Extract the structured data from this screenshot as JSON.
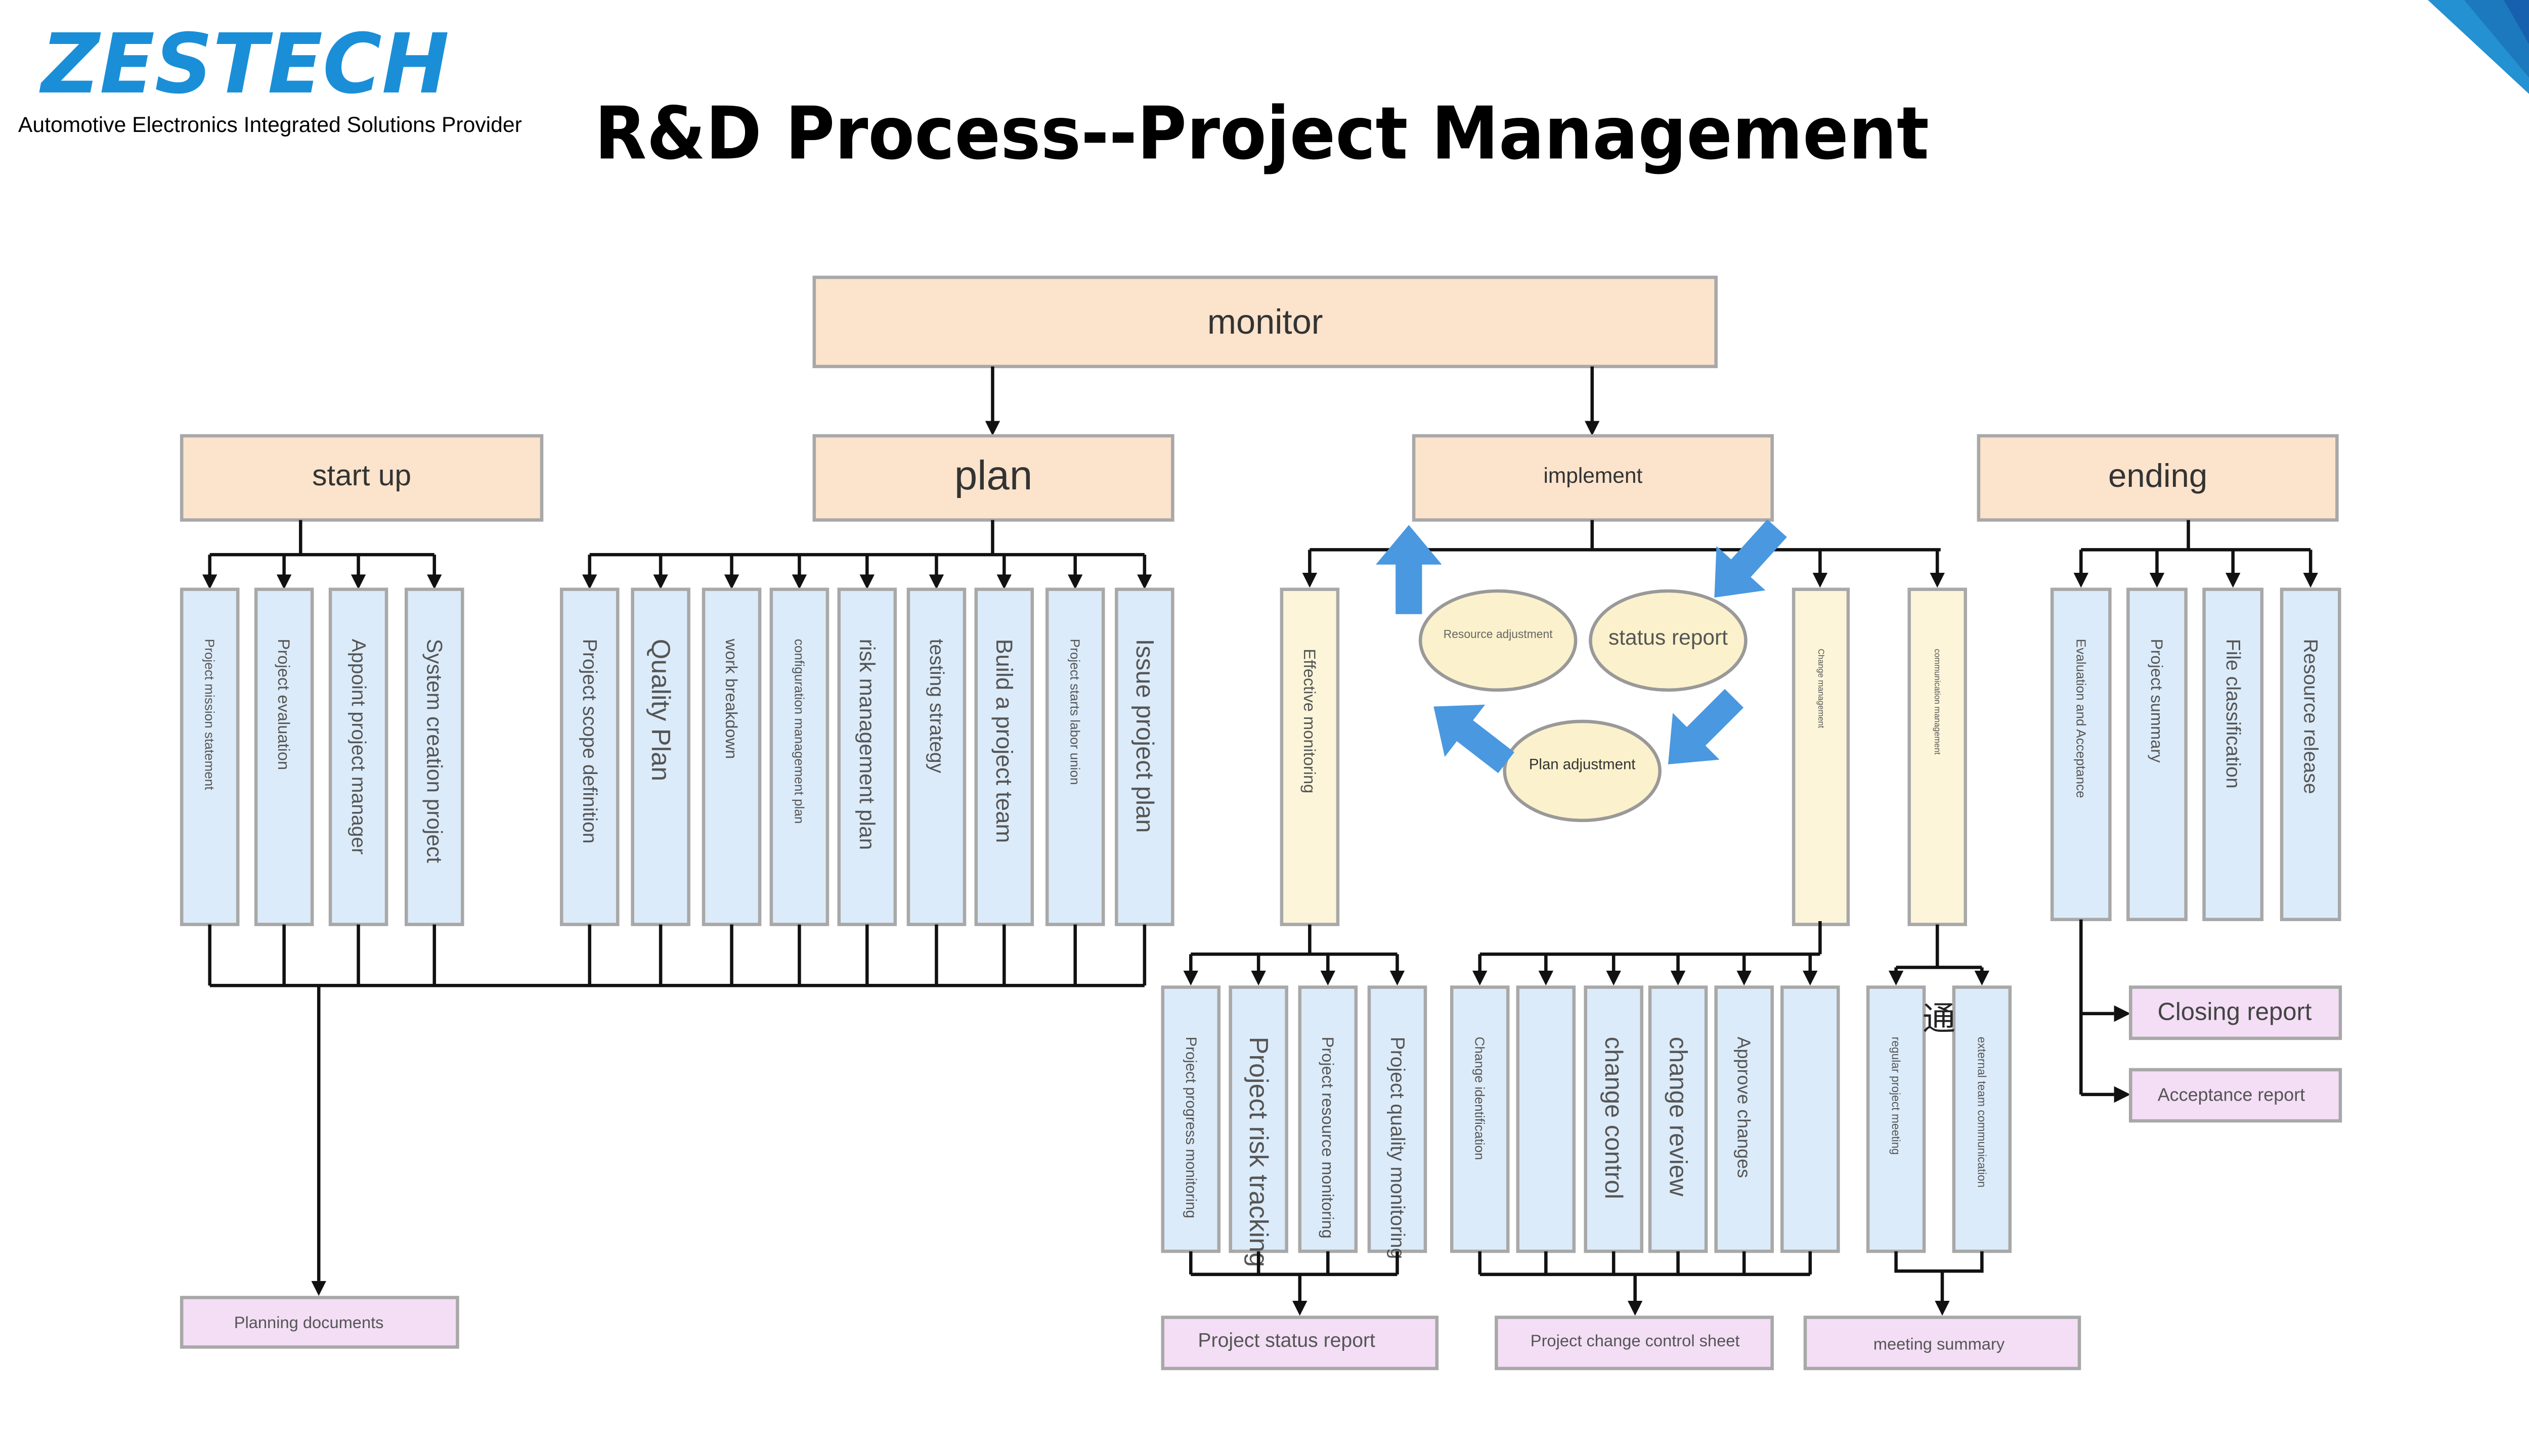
{
  "logo": {
    "brand": "ZESTECH",
    "tagline": "Automotive Electronics Integrated Solutions Provider"
  },
  "title": "R&D Process--Project Management",
  "diagram": {
    "monitor": "monitor",
    "phases": {
      "startup": "start up",
      "plan": "plan",
      "implement": "implement",
      "ending": "ending"
    },
    "startup_items": [
      "Project mission statement",
      "Project evaluation",
      "Appoint project manager",
      "System creation project"
    ],
    "plan_items": [
      "Project scope definition",
      "Quality Plan",
      "work breakdown",
      "configuration management plan",
      "risk management plan",
      "testing strategy",
      "Build a project team",
      "Project starts labor union",
      "Issue project plan"
    ],
    "implement_items": {
      "effective_monitoring": "Effective monitoring",
      "change_management": "Change management",
      "communication_management": "communication management"
    },
    "cycle": {
      "resource_adjustment": "Resource adjustment",
      "status_report": "status report",
      "plan_adjustment": "Plan adjustment"
    },
    "monitoring_items": [
      "Project progress monitoring",
      "Project risk tracking",
      "Project resource monitoring",
      "Project quality monitoring"
    ],
    "change_items": [
      "Change identification",
      "",
      "change control",
      "change review",
      "Approve changes",
      ""
    ],
    "communication_items": [
      "regular project meeting",
      "external team communication"
    ],
    "stray_glyph": "通",
    "ending_items": [
      "Evaluation and Acceptance",
      "Project summary",
      "File classification",
      "Resource release"
    ],
    "outputs": {
      "planning_documents": "Planning documents",
      "project_status_report": "Project status report",
      "change_control_sheet": "Project change control sheet",
      "meeting_summary": "meeting summary",
      "closing_report": "Closing report",
      "acceptance_report": "Acceptance report"
    }
  },
  "colors": {
    "brand_blue": "#1a8fd8",
    "phase_fill": "#fbe3cc",
    "task_fill": "#dcebf9",
    "implement_fill": "#fcf5d9",
    "output_fill": "#f3def5",
    "cycle_fill": "#fbf1cc",
    "cycle_arrow": "#4a98e0"
  }
}
